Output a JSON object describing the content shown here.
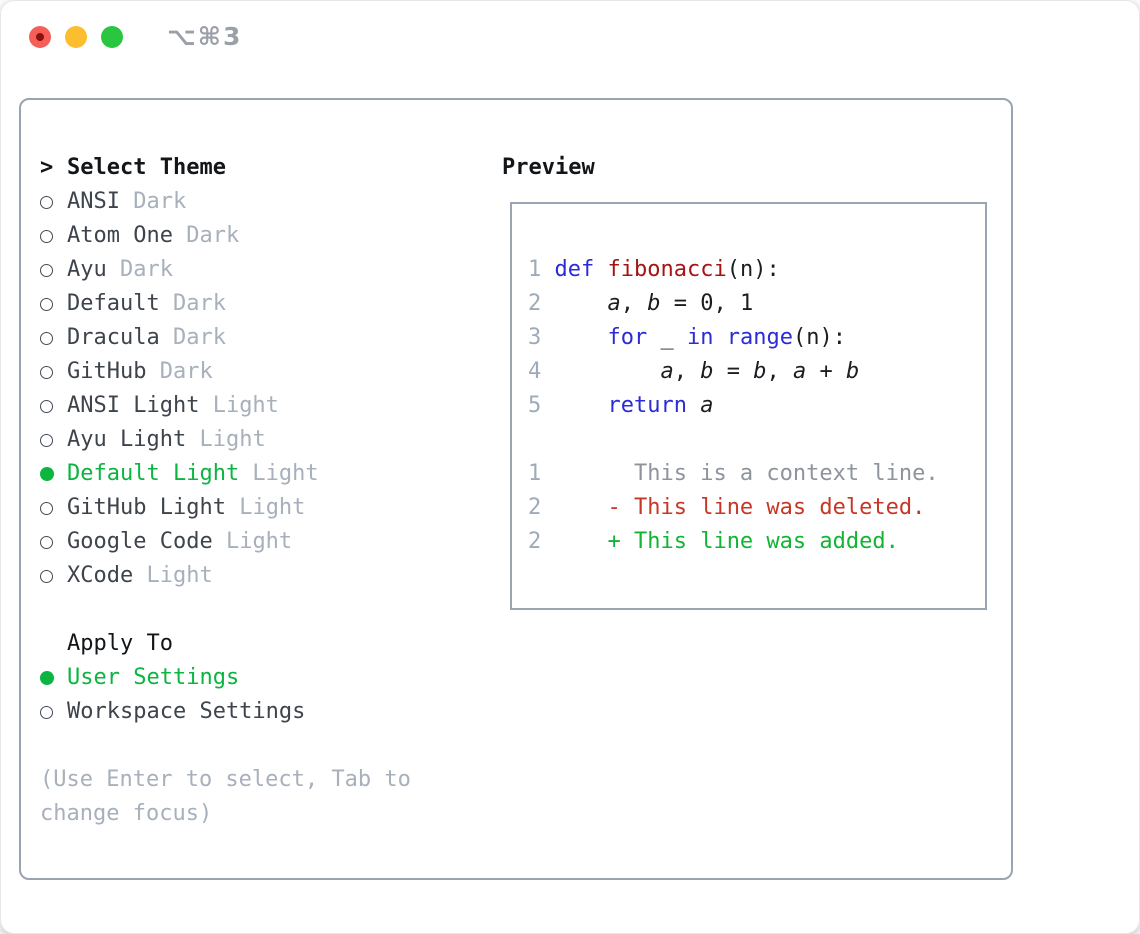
{
  "window": {
    "title": "⌥⌘3"
  },
  "colors": {
    "accent_green": "#0cb440",
    "panel_border": "#9aa3b0",
    "preview_border": "#9aa5b1",
    "muted_text": "#a7b0bb",
    "item_text": "#3e444c",
    "header_text": "#131619",
    "line_number": "#9faab8",
    "keyword_blue": "#2b2bd7",
    "function_red": "#a41414",
    "diff_deleted_red": "#c63726",
    "diff_added_green": "#12b434",
    "traffic_red": "#f65f58",
    "traffic_yellow": "#fcbd2e",
    "traffic_green": "#2ac63f"
  },
  "theme_selector": {
    "header_marker": ">",
    "header": "Select Theme",
    "themes": [
      {
        "name": "ANSI",
        "variant": "Dark",
        "selected": false
      },
      {
        "name": "Atom One",
        "variant": "Dark",
        "selected": false
      },
      {
        "name": "Ayu",
        "variant": "Dark",
        "selected": false
      },
      {
        "name": "Default",
        "variant": "Dark",
        "selected": false
      },
      {
        "name": "Dracula",
        "variant": "Dark",
        "selected": false
      },
      {
        "name": "GitHub",
        "variant": "Dark",
        "selected": false
      },
      {
        "name": "ANSI Light",
        "variant": "Light",
        "selected": false
      },
      {
        "name": "Ayu Light",
        "variant": "Light",
        "selected": false
      },
      {
        "name": "Default Light",
        "variant": "Light",
        "selected": true
      },
      {
        "name": "GitHub Light",
        "variant": "Light",
        "selected": false
      },
      {
        "name": "Google Code",
        "variant": "Light",
        "selected": false
      },
      {
        "name": "XCode",
        "variant": "Light",
        "selected": false
      }
    ],
    "apply_to": {
      "header": "Apply To",
      "options": [
        {
          "name": "User Settings",
          "selected": true
        },
        {
          "name": "Workspace Settings",
          "selected": false
        }
      ]
    },
    "help_lines": [
      "(Use Enter to select, Tab to",
      "change focus)"
    ]
  },
  "preview": {
    "label": "Preview",
    "lines": [
      {
        "num": "",
        "tokens": []
      },
      {
        "num": "1",
        "tokens": [
          {
            "t": "def",
            "s": "kw"
          },
          {
            "t": " ",
            "s": "pl"
          },
          {
            "t": "fibonacci",
            "s": "fn"
          },
          {
            "t": "(n):",
            "s": "pl"
          }
        ]
      },
      {
        "num": "2",
        "tokens": [
          {
            "t": "    ",
            "s": "pl"
          },
          {
            "t": "a",
            "s": "var"
          },
          {
            "t": ", ",
            "s": "pl"
          },
          {
            "t": "b",
            "s": "var"
          },
          {
            "t": " = 0, 1",
            "s": "pl"
          }
        ]
      },
      {
        "num": "3",
        "tokens": [
          {
            "t": "    ",
            "s": "pl"
          },
          {
            "t": "for",
            "s": "kw"
          },
          {
            "t": " _ ",
            "s": "pl"
          },
          {
            "t": "in",
            "s": "kw"
          },
          {
            "t": " ",
            "s": "pl"
          },
          {
            "t": "range",
            "s": "kw"
          },
          {
            "t": "(n):",
            "s": "pl"
          }
        ]
      },
      {
        "num": "4",
        "tokens": [
          {
            "t": "        ",
            "s": "pl"
          },
          {
            "t": "a",
            "s": "var"
          },
          {
            "t": ", ",
            "s": "pl"
          },
          {
            "t": "b",
            "s": "var"
          },
          {
            "t": " = ",
            "s": "pl"
          },
          {
            "t": "b",
            "s": "var"
          },
          {
            "t": ", ",
            "s": "pl"
          },
          {
            "t": "a",
            "s": "var"
          },
          {
            "t": " + ",
            "s": "pl"
          },
          {
            "t": "b",
            "s": "var"
          }
        ]
      },
      {
        "num": "5",
        "tokens": [
          {
            "t": "    ",
            "s": "pl"
          },
          {
            "t": "return",
            "s": "kw"
          },
          {
            "t": " ",
            "s": "pl"
          },
          {
            "t": "a",
            "s": "var"
          }
        ]
      },
      {
        "num": "",
        "tokens": []
      },
      {
        "num": "1",
        "tokens": [
          {
            "t": "      This is a context line.",
            "s": "ctx"
          }
        ]
      },
      {
        "num": "2",
        "tokens": [
          {
            "t": "    ",
            "s": "pl"
          },
          {
            "t": "- This line was deleted.",
            "s": "del"
          }
        ]
      },
      {
        "num": "2",
        "tokens": [
          {
            "t": "    ",
            "s": "pl"
          },
          {
            "t": "+ This line was added.",
            "s": "add"
          }
        ]
      },
      {
        "num": "",
        "tokens": []
      }
    ]
  }
}
